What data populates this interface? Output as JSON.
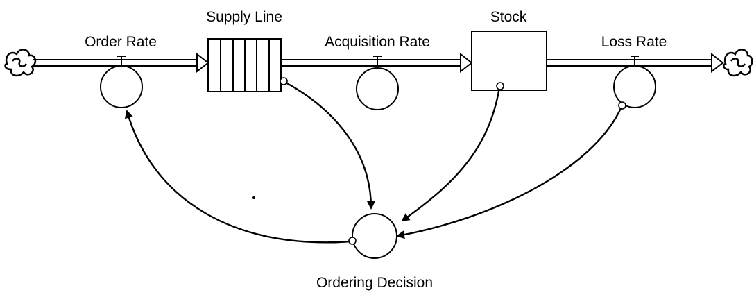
{
  "diagram": {
    "title": "",
    "stocks": {
      "supply_line": "Supply Line",
      "stock": "Stock"
    },
    "flows": {
      "order_rate": "Order Rate",
      "acquisition_rate": "Acquisition Rate",
      "loss_rate": "Loss Rate"
    },
    "auxiliaries": {
      "ordering_decision": "Ordering Decision"
    },
    "icons": [
      "cloud-source-icon",
      "cloud-sink-icon"
    ],
    "colors": {
      "ink": "#000000",
      "background": "#ffffff"
    }
  }
}
